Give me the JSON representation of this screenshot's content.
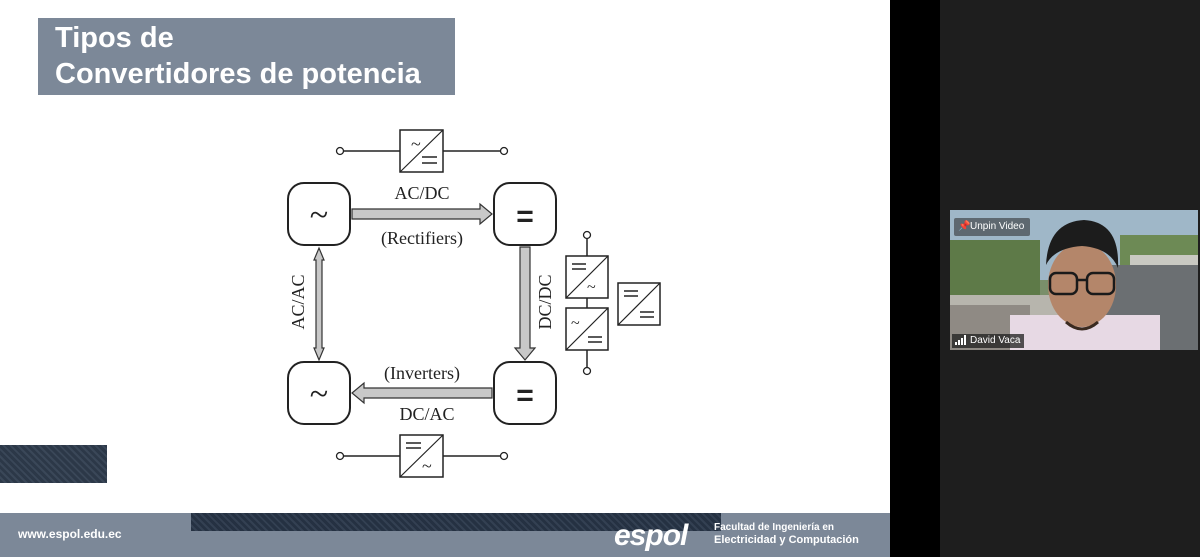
{
  "slide": {
    "title_line1": "Tipos de",
    "title_line2": "Convertidores de potencia",
    "website": "www.espol.edu.ec",
    "brand": "espol",
    "faculty_line1": "Facultad de Ingeniería en",
    "faculty_line2": "Electricidad y Computación"
  },
  "diagram": {
    "ac_symbol": "~",
    "dc_symbol": "=",
    "rectifier_type": "AC/DC",
    "rectifier_name": "(Rectifiers)",
    "dcdc_type": "DC/DC",
    "inverter_name": "(Inverters)",
    "inverter_type": "DC/AC",
    "acac_type": "AC/AC"
  },
  "video": {
    "pin_label": "Unpin Video",
    "participant_name": "David Vaca"
  }
}
